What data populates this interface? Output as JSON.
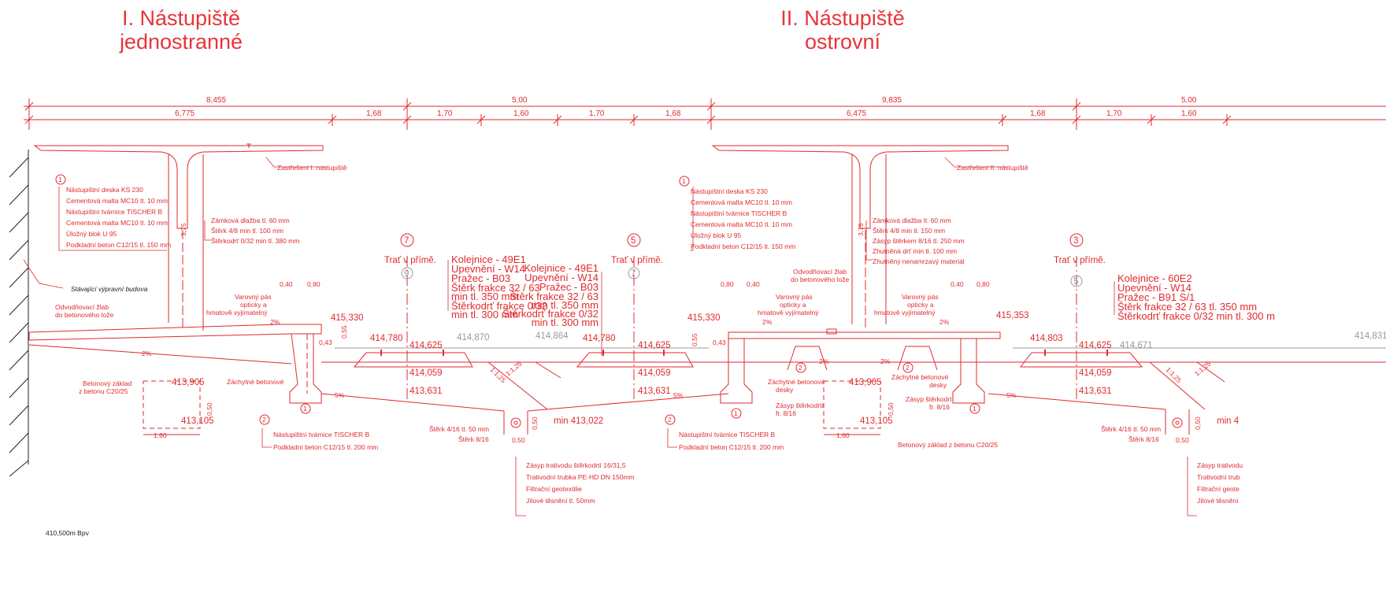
{
  "titles": {
    "platform1": {
      "line1": "I. Nástupiště",
      "line2": "jednostranné"
    },
    "platform2": {
      "line1": "II. Nástupiště",
      "line2": "ostrovní"
    }
  },
  "dimensions": {
    "top_row": [
      "8,455",
      "5,00",
      "9,835",
      "5,00"
    ],
    "second_row": [
      "6,775",
      "1,68",
      "1,70",
      "1,60",
      "1,70",
      "1,68",
      "6,475",
      "1,68",
      "1,70",
      "1,60"
    ],
    "misc": [
      "0,40",
      "0,80",
      "0,80",
      "0,40",
      "0,40",
      "0,80",
      "0,43",
      "0,55",
      "0,43",
      "0,55",
      "0,50",
      "0,50",
      "0,50",
      "0,50",
      "1,60",
      "1,60",
      "3,75",
      "3,75",
      "0,55"
    ]
  },
  "levels": [
    "415,330",
    "414,780",
    "414,625",
    "414,780",
    "414,625",
    "414,059",
    "414,059",
    "413,905",
    "413,631",
    "413,631",
    "413,105",
    "415,330",
    "415,353",
    "414,803",
    "414,625",
    "414,059",
    "413,631",
    "413,905",
    "413,105",
    "min 413,022",
    "min 4"
  ],
  "gray_levels": [
    "414,870",
    "414,864",
    "414,671",
    "414,831"
  ],
  "slopes": [
    "2%",
    "2%",
    "5%",
    "5%",
    "2%",
    "2%",
    "2%",
    "2%",
    "5%",
    "1:1,25",
    "1:1,25",
    "1:1,25",
    "1:1,25"
  ],
  "track_labels": [
    {
      "num": "7",
      "text": "Trať v přímě.",
      "gray": "9"
    },
    {
      "num": "5",
      "text": "Trať v přímě.",
      "gray": "7"
    },
    {
      "num": "3",
      "text": "Trať v přímě.",
      "gray": "5"
    }
  ],
  "callouts": {
    "roof1": "Zastřešení I. nástupiště",
    "roof2": "Zastřešení II. nástupiště",
    "existing_building": "Stávající výpravní budova",
    "drain_left": [
      "Odvodňovací žlab",
      "do betonového lože"
    ],
    "drain_mid": [
      "Odvodňovací žlab",
      "do betonového lože"
    ],
    "warning1": [
      "Varovný pás",
      "opticky a",
      "hmatově vyjímatelný"
    ],
    "warning2": [
      "Varovný pás",
      "opticky a",
      "hmatově vyjímatelný"
    ],
    "warning3": [
      "Varovný pás",
      "opticky a",
      "hmatově vyjímatelný"
    ],
    "base_left": [
      "Betonový základ",
      "z betonu C20/25"
    ],
    "base_mid": "Betonový základ z betonu C20/25",
    "catch1": "Záchytné betonové",
    "catch2": [
      "Záchytné betonové",
      "desky"
    ],
    "catch3": [
      "Záchytné betonové",
      "desky"
    ],
    "fill1": [
      "Zásyp štěrkodrtí",
      "fr. 8/16"
    ],
    "fill2": [
      "Zásyp štěrkodrtí",
      "fr. 8/16"
    ],
    "gravel1": "Štěrk 4/16 tl. 50 mm",
    "gravel2": "Štěrk 8/16",
    "gravel3": "Štěrk 4/16 tl. 50 mm",
    "gravel4": "Štěrk 8/16",
    "bpv": "410,500m Bpv"
  },
  "legends": {
    "platform1": [
      "Nástupištní deska KS 230",
      "Cementová malta MC10 tl. 10 mm",
      "Nástupištní tvárnice TISCHER B",
      "Cementová malta MC10 tl. 10 mm",
      "Úložný blok U 95",
      "Podkladní beton C12/15 tl. 150 mm"
    ],
    "platform2": [
      "Nástupištní deska KS 230",
      "Cementová malta MC10 tl. 10 mm",
      "Nástupištní tvárnice TISCHER B",
      "Cementová malta MC10 tl. 10 mm",
      "Úložný blok U 95",
      "Podkladní beton C12/15 tl. 150 mm"
    ],
    "paving1": [
      "Zámková dlažba tl. 60 mm",
      "Štěrk 4/8 min tl. 100 mm",
      "Štěrkodrť 0/32 min tl. 380 mm"
    ],
    "paving2": [
      "Zámková dlažba tl. 60 mm",
      "Štěrk 4/8 min tl. 150 mm",
      "Zásyp štěrkem 8/16 tl. 250 mm",
      "Zhutněná drť min tl. 100 mm",
      "Zhutněný nenamrzavý materiál"
    ],
    "low1": [
      "Nástupištní tvárnice TISCHER B",
      "Podkladní beton C12/15 tl. 200 mm"
    ],
    "low2": [
      "Nástupištní tvárnice TISCHER B",
      "Podkladní beton C12/15 tl. 200 mm"
    ],
    "drainage": [
      "Zásyp trativodu štěrkodrtí 16/31,5",
      "Trativodní trubka PE-HD DN 150mm",
      "Filtrační geotextilie",
      "Jílové těsnění tl. 50mm"
    ],
    "drainage_cut": [
      "Zásyp trativodu",
      "Trativodní trub",
      "Filtrační geote",
      "Jílové těsnění"
    ]
  },
  "tracks": {
    "t7": [
      "Kolejnice - 49E1",
      "Upevnění - W14",
      "Pražec - B03",
      "Štěrk frakce 32 / 63",
      "min tl. 350 mm",
      "Štěrkodrť frakce 0/32",
      "min tl. 300 mm"
    ],
    "t5": [
      "Kolejnice - 49E1",
      "Upevnění - W14",
      "Pražec - B03",
      "Štěrk frakce 32 / 63",
      "min tl. 350 mm",
      "Štěrkodrť frakce 0/32",
      "min tl. 300 mm"
    ],
    "t3": [
      "Kolejnice - 60E2",
      "Upevnění - W14",
      "Pražec - B91 S/1",
      "Štěrk frakce 32 / 63 tl. 350 mm",
      "Štěrkodrť frakce 0/32 min tl. 300 m"
    ]
  },
  "circle_marks": [
    "1",
    "1",
    "2",
    "1",
    "2",
    "2",
    "1",
    "1"
  ],
  "colors": {
    "line": "#e02a2e",
    "title": "#e8343c",
    "gray": "#9a9a9a",
    "hatch": "#222222"
  }
}
